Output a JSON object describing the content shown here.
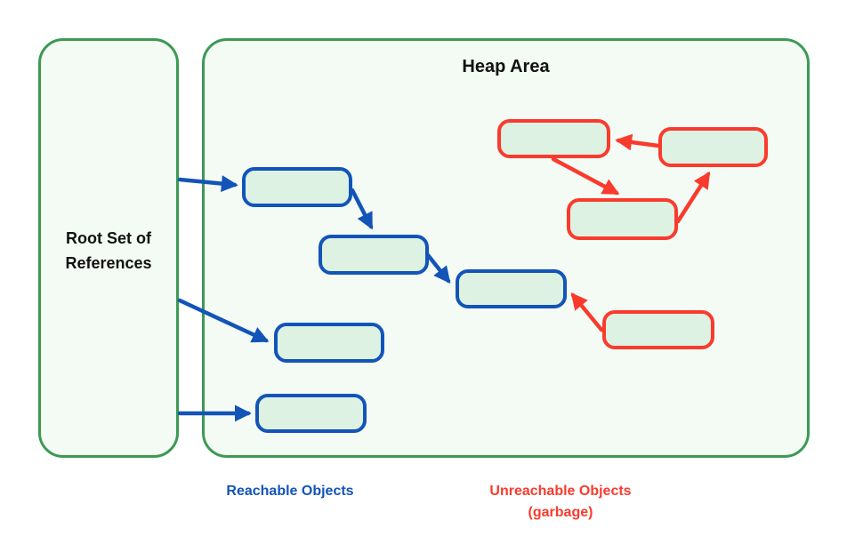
{
  "root_panel": {
    "label_line1": "Root Set of",
    "label_line2": "References"
  },
  "heap_panel": {
    "title": "Heap Area"
  },
  "legend": {
    "reachable": "Reachable Objects",
    "unreachable": "Unreachable Objects",
    "unreachable_note": "(garbage)"
  },
  "colors": {
    "reachable_blue": "#1254b8",
    "unreachable_red": "#f93b2d",
    "frame_green": "#3c9a52",
    "panel_fill": "#f3fbf4",
    "object_fill": "#def2e3"
  },
  "graph": {
    "nodes": [
      {
        "id": "root",
        "label": "Root Set of References",
        "type": "root"
      },
      {
        "id": "reachable-1",
        "label": "",
        "type": "reachable"
      },
      {
        "id": "reachable-2",
        "label": "",
        "type": "reachable"
      },
      {
        "id": "reachable-3",
        "label": "",
        "type": "reachable"
      },
      {
        "id": "reachable-4",
        "label": "",
        "type": "reachable"
      },
      {
        "id": "reachable-5",
        "label": "",
        "type": "reachable"
      },
      {
        "id": "unreachable-1",
        "label": "",
        "type": "unreachable"
      },
      {
        "id": "unreachable-2",
        "label": "",
        "type": "unreachable"
      },
      {
        "id": "unreachable-3",
        "label": "",
        "type": "unreachable"
      },
      {
        "id": "unreachable-4",
        "label": "",
        "type": "unreachable"
      }
    ],
    "edges": [
      {
        "from": "root",
        "to": "reachable-1",
        "color": "blue"
      },
      {
        "from": "reachable-1",
        "to": "reachable-2",
        "color": "blue"
      },
      {
        "from": "reachable-2",
        "to": "reachable-3",
        "color": "blue"
      },
      {
        "from": "root",
        "to": "reachable-4",
        "color": "blue"
      },
      {
        "from": "root",
        "to": "reachable-5",
        "color": "blue"
      },
      {
        "from": "unreachable-2",
        "to": "unreachable-1",
        "color": "red"
      },
      {
        "from": "unreachable-1",
        "to": "unreachable-3",
        "color": "red"
      },
      {
        "from": "unreachable-3",
        "to": "unreachable-2",
        "color": "red"
      },
      {
        "from": "unreachable-4",
        "to": "reachable-3",
        "color": "red"
      }
    ]
  }
}
